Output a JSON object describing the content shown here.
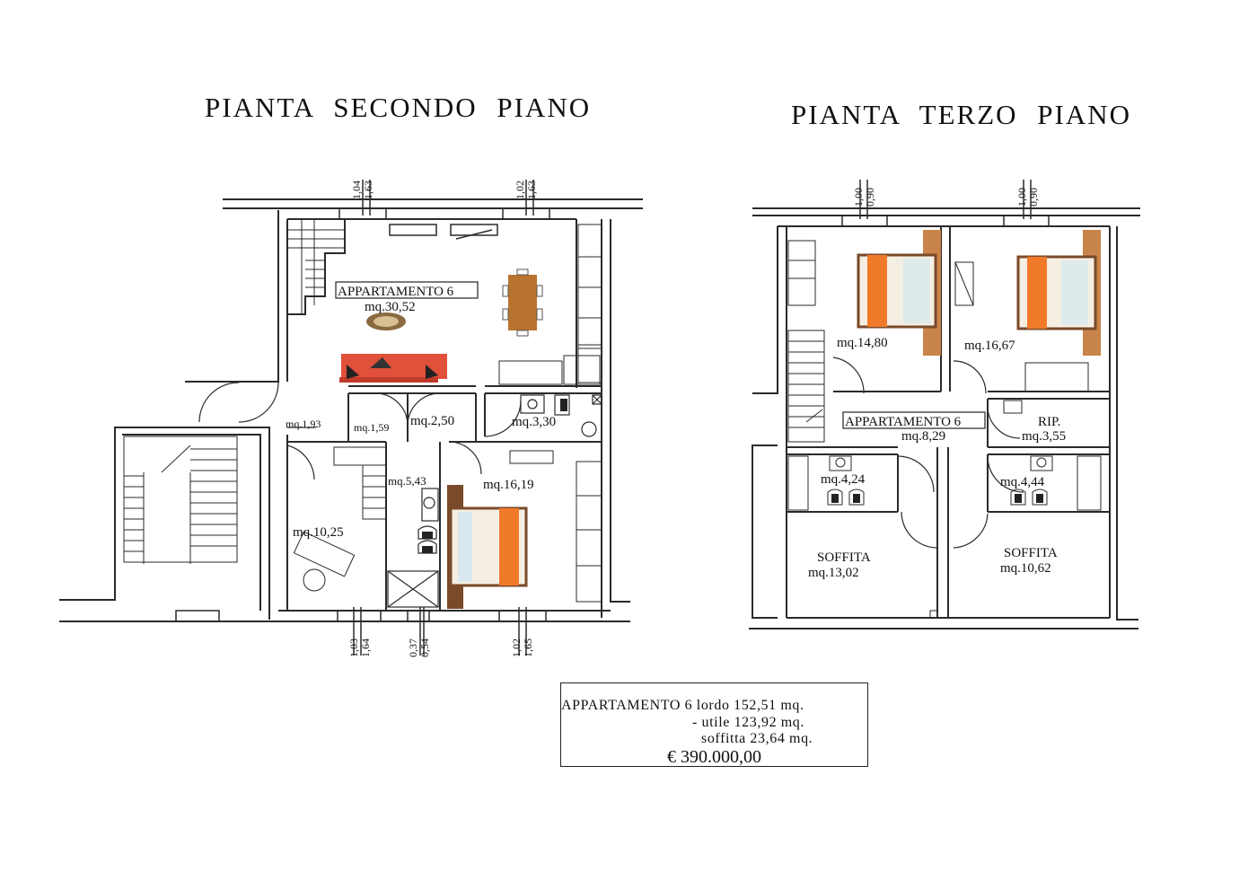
{
  "titles": {
    "second_floor": "PIANTA SECONDO PIANO",
    "third_floor": "PIANTA TERZO PIANO"
  },
  "second_floor": {
    "apartment_label": "APPARTAMENTO 6",
    "living_area": "mq.30,52",
    "hall_1": "mq.1,93",
    "hall_2": "mq.1,59",
    "corridor": "mq.2,50",
    "kitchen_bath": "mq.3,30",
    "bathroom": "mq.5,43",
    "bedroom": "mq.16,19",
    "study": "mq.10,25",
    "dims_top_left": [
      "1,04",
      "1,63"
    ],
    "dims_top_right": [
      "1,02",
      "1,63"
    ],
    "dims_bottom_left": [
      "1,03",
      "1,64"
    ],
    "dims_bottom_mid": [
      "0,37",
      "0,54"
    ],
    "dims_bottom_right": [
      "1,02",
      "1,65"
    ]
  },
  "third_floor": {
    "apartment_label": "APPARTAMENTO 6",
    "bedroom_left": "mq.14,80",
    "bedroom_right": "mq.16,67",
    "hall": "mq.8,29",
    "storage_label": "RIP.",
    "storage_area": "mq.3,55",
    "bath_left": "mq.4,24",
    "bath_right": "mq.4,44",
    "attic_left_label": "SOFFITA",
    "attic_left_area": "mq.13,02",
    "attic_right_label": "SOFFITA",
    "attic_right_area": "mq.10,62",
    "dims_top_left": [
      "1,00",
      "0,90"
    ],
    "dims_top_right": [
      "1,00",
      "0,90"
    ]
  },
  "summary": {
    "line1": "APPARTAMENTO 6 lordo 152,51 mq.",
    "line2": "- utile 123,92 mq.",
    "line3": "soffitta 23,64 mq.",
    "price": "€ 390.000,00"
  },
  "colors": {
    "wall": "#2a2a2a",
    "bed_orange": "#f07a2a",
    "bed_frame": "#7a4a2a",
    "wood": "#c8844a",
    "sofa_red": "#e0503a",
    "table_brown": "#b8732f"
  }
}
